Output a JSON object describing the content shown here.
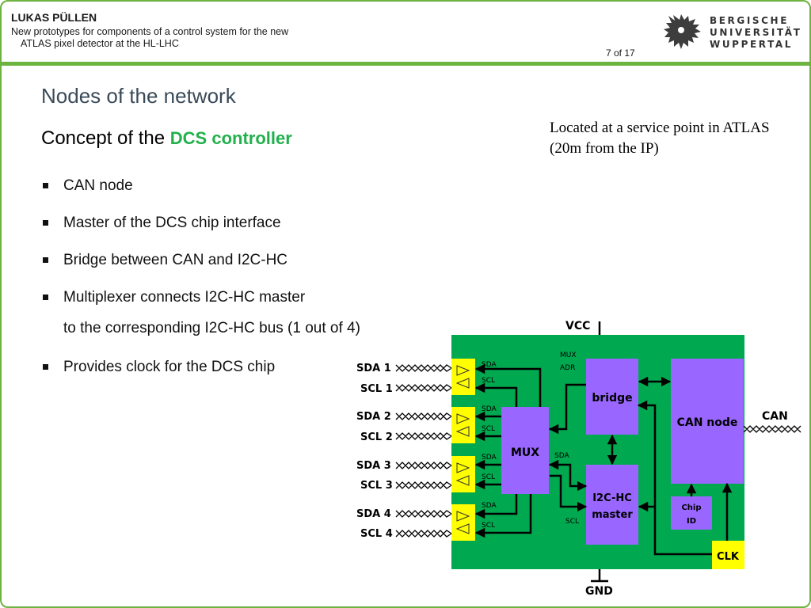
{
  "header": {
    "author": "LUKAS PÜLLEN",
    "talk_line1": "New prototypes for components of a control system for the new",
    "talk_line2": "ATLAS pixel detector at the HL-LHC",
    "page": "7 of 17",
    "university_line1": "BERGISCHE",
    "university_line2": "UNIVERSITÄT",
    "university_line3": "WUPPERTAL"
  },
  "title": "Nodes of the network",
  "subtitle": {
    "prefix": "Concept of the ",
    "highlight": "DCS controller"
  },
  "note": "Located at a service point in ATLAS (20m from the IP)",
  "bullets": [
    "CAN node",
    "Master of the DCS chip interface",
    "Bridge between CAN and I2C-HC",
    "Multiplexer connects I2C-HC master",
    "to the corresponding I2C-HC bus (1 out of 4)",
    "Provides clock for the DCS chip"
  ],
  "diagram": {
    "vcc": "VCC",
    "gnd": "GND",
    "can": "CAN",
    "blocks": {
      "mux": "MUX",
      "bridge": "bridge",
      "can_node": "CAN node",
      "i2c_line1": "I2C-HC",
      "i2c_line2": "master",
      "chip_line1": "Chip",
      "chip_line2": "ID",
      "clk": "CLK"
    },
    "signals": {
      "sda": "SDA",
      "scl": "SCL",
      "mux_adr_line1": "MUX",
      "mux_adr_line2": "ADR"
    },
    "buses": [
      {
        "sda": "SDA 1",
        "scl": "SCL 1"
      },
      {
        "sda": "SDA 2",
        "scl": "SCL 2"
      },
      {
        "sda": "SDA 3",
        "scl": "SCL 3"
      },
      {
        "sda": "SDA 4",
        "scl": "SCL 4"
      }
    ],
    "colors": {
      "board": "#00a84f",
      "block": "#9966ff",
      "buffer": "#ffff00",
      "accent": "#22b14c"
    }
  }
}
